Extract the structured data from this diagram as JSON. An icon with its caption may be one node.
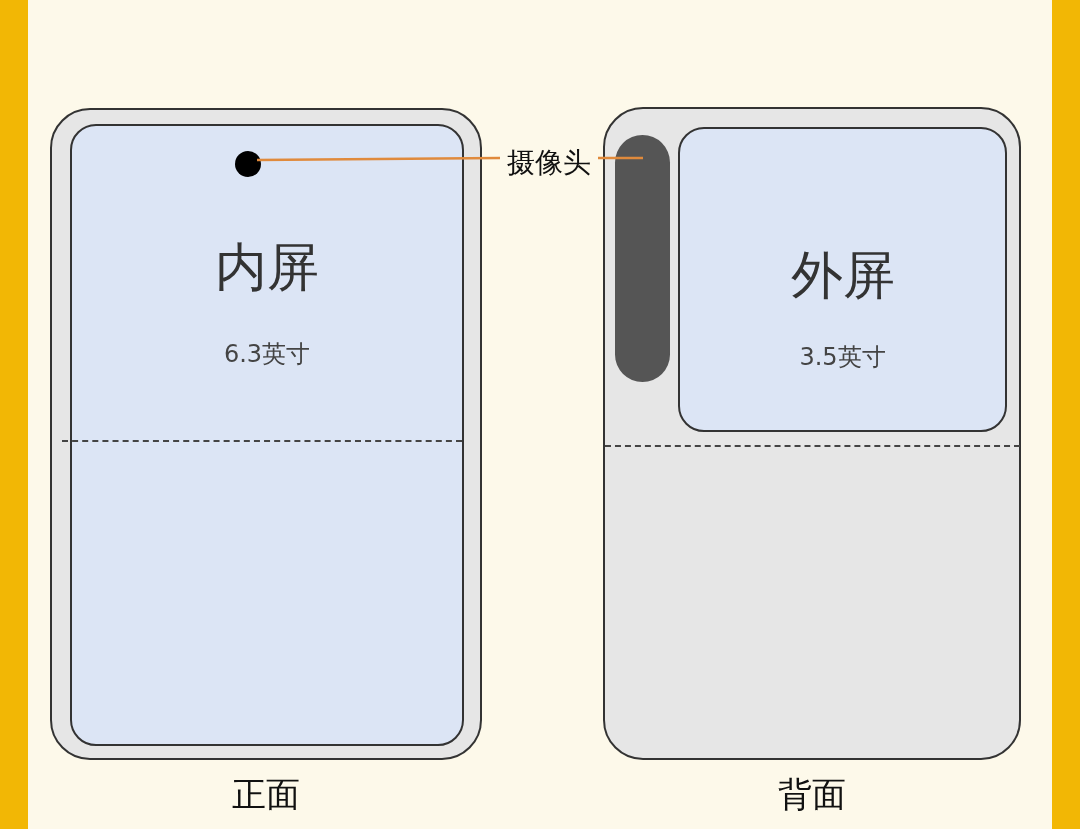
{
  "diagram": {
    "nodes": [
      {
        "text": [],
        "shape": "box",
        "beside": [
          "正面"
        ]
      },
      {
        "text": [
          "内屏",
          "6.3英寸"
        ],
        "in": 0
      },
      {
        "text": [],
        "shape": "circle",
        "in": 1
      },
      {
        "text": [
          "摄像头"
        ]
      },
      {
        "text": [],
        "shape": "box",
        "beside": [
          "背面"
        ]
      },
      {
        "text": [],
        "shape": "bar",
        "in": 4
      },
      {
        "text": [
          "外屏",
          "3.5英寸"
        ],
        "in": 4
      }
    ],
    "edges": [
      {
        "from": 3,
        "to": 2,
        "arrow": "none"
      },
      {
        "from": 3,
        "to": 5,
        "arrow": "none"
      }
    ]
  }
}
